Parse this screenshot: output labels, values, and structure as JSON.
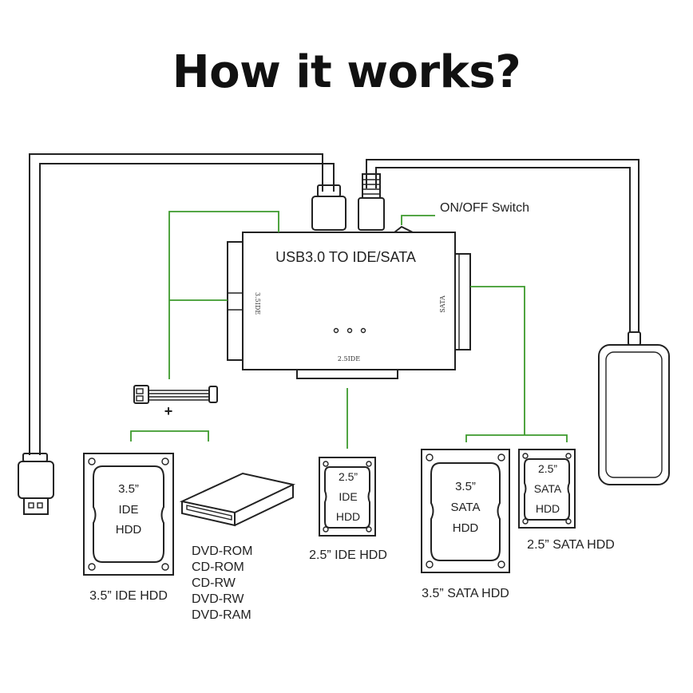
{
  "title": "How it works?",
  "colors": {
    "line": "#222222",
    "connector": "#3c9a2c",
    "background": "#ffffff"
  },
  "adapter": {
    "name": "USB3.0 TO IDE/SATA",
    "port_left": "3.5IDE",
    "port_bottom": "2.5IDE",
    "port_right": "SATA",
    "switch_label": "ON/OFF Switch"
  },
  "devices": {
    "ide35": {
      "disk_lines": [
        "3.5”",
        "IDE",
        "HDD"
      ],
      "caption": "3.5”  IDE HDD"
    },
    "optical": {
      "power_plus": "+",
      "types": [
        "DVD-ROM",
        "CD-ROM",
        "CD-RW",
        "DVD-RW",
        "DVD-RAM"
      ]
    },
    "ide25": {
      "disk_lines": [
        "2.5”",
        "IDE",
        "HDD"
      ],
      "caption": "2.5”  IDE HDD"
    },
    "sata35": {
      "disk_lines": [
        "3.5”",
        "SATA",
        "HDD"
      ],
      "caption": "3.5”  SATA HDD"
    },
    "sata25": {
      "disk_lines": [
        "2.5”",
        "SATA",
        "HDD"
      ],
      "caption": "2.5”  SATA HDD"
    }
  }
}
